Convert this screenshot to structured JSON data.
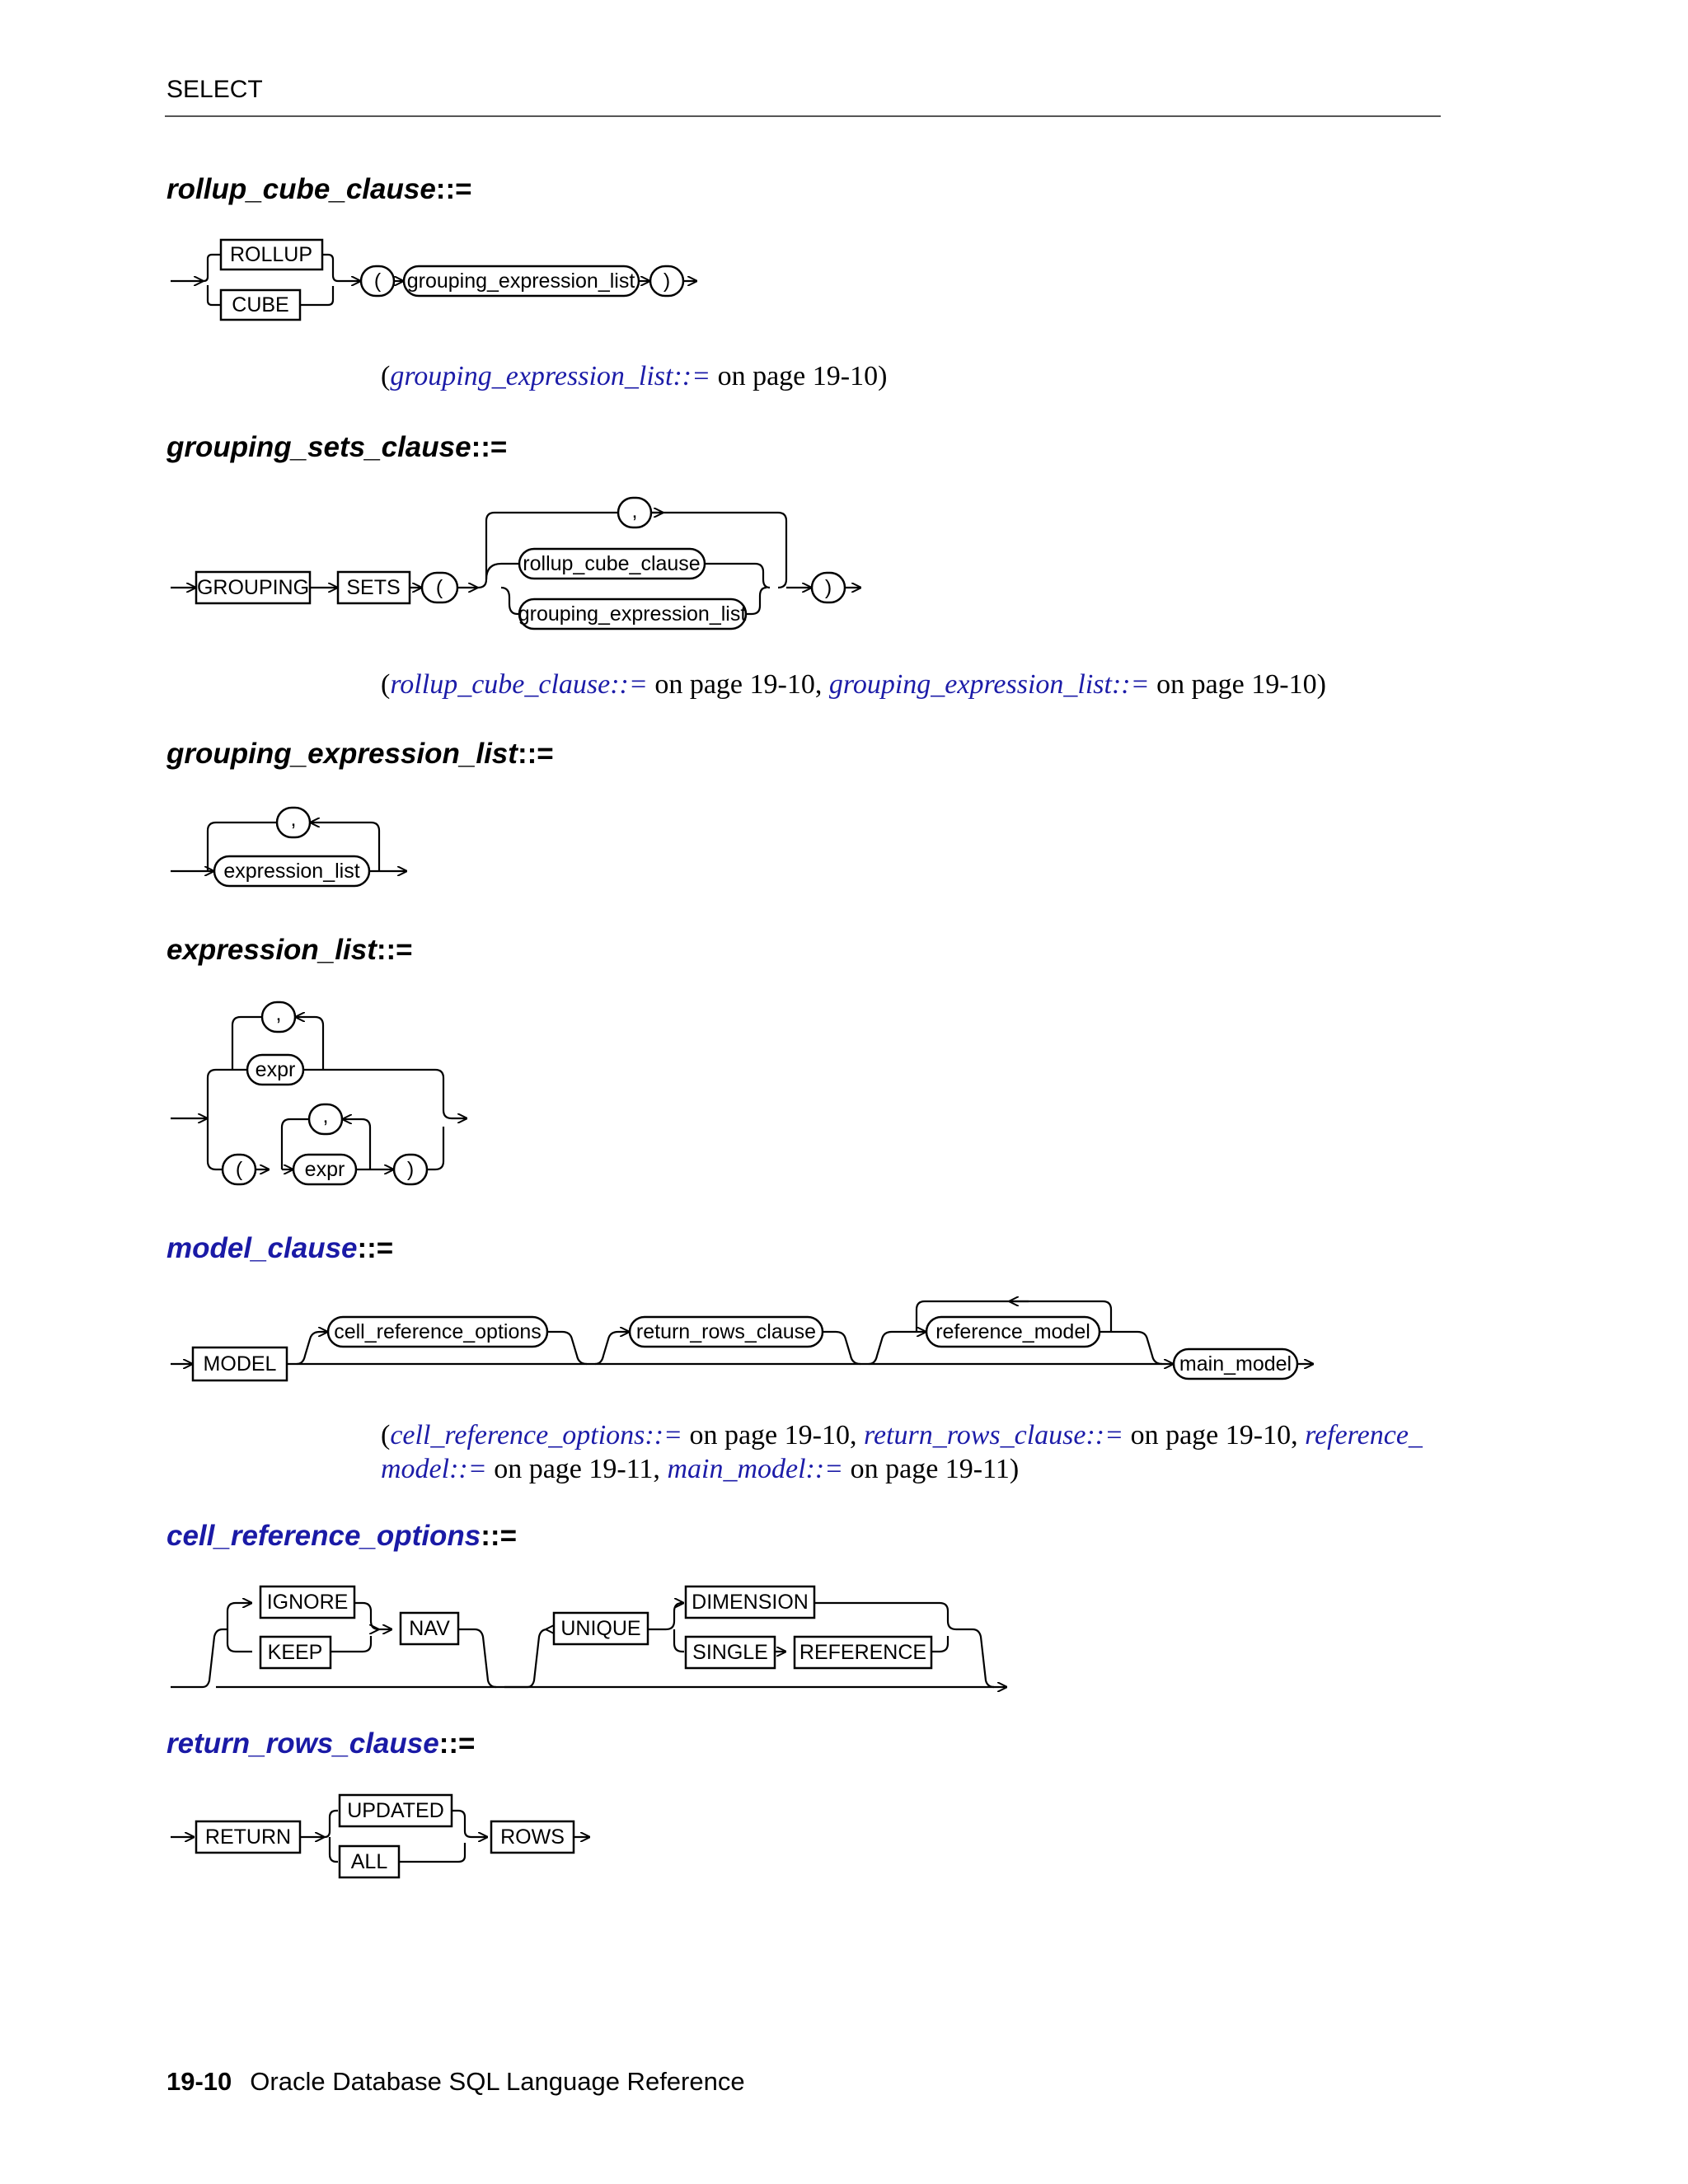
{
  "header": {
    "section": "SELECT"
  },
  "footer": {
    "page_number": "19-10",
    "book_title": "Oracle Database SQL Language Reference"
  },
  "rollup_cube": {
    "heading": "rollup_cube_clause",
    "sep": "::=",
    "tokens": {
      "rollup": "ROLLUP",
      "cube": "CUBE",
      "lparen": "(",
      "gel": "grouping_expression_list",
      "rparen": ")"
    },
    "xref": {
      "open": "(",
      "link1": "grouping_expression_list::=",
      "text1": " on page 19-10)"
    }
  },
  "grouping_sets": {
    "heading": "grouping_sets_clause",
    "sep": "::=",
    "tokens": {
      "grouping": "GROUPING",
      "sets": "SETS",
      "lparen": "(",
      "comma": ",",
      "rcc": "rollup_cube_clause",
      "gel": "grouping_expression_list",
      "rparen": ")"
    },
    "xref": {
      "open": "(",
      "link1": "rollup_cube_clause::=",
      "text1": " on page 19-10, ",
      "link2": "grouping_expression_list::=",
      "text2": " on page 19-10)"
    }
  },
  "grouping_expression_list": {
    "heading": "grouping_expression_list",
    "sep": "::=",
    "tokens": {
      "comma": ",",
      "el": "expression_list"
    }
  },
  "expression_list": {
    "heading": "expression_list",
    "sep": "::=",
    "tokens": {
      "comma1": ",",
      "expr1": "expr",
      "lparen": "(",
      "comma2": ",",
      "expr2": "expr",
      "rparen": ")"
    }
  },
  "model_clause": {
    "heading": "model_clause",
    "sep": "::=",
    "tokens": {
      "model": "MODEL",
      "cro": "cell_reference_options",
      "rrc": "return_rows_clause",
      "ref": "reference_model",
      "main": "main_model"
    },
    "xref": {
      "open": "(",
      "link1": "cell_reference_options::=",
      "text1": " on page 19-10, ",
      "link2": "return_rows_clause::=",
      "text2": " on page 19-10, ",
      "link3a": "reference_",
      "link3b": "model::=",
      "text3": " on page 19-11, ",
      "link4": "main_model::=",
      "text4": " on page 19-11)"
    }
  },
  "cell_reference_options": {
    "heading": "cell_reference_options",
    "sep": "::=",
    "tokens": {
      "ignore": "IGNORE",
      "keep": "KEEP",
      "nav": "NAV",
      "unique": "UNIQUE",
      "dimension": "DIMENSION",
      "single": "SINGLE",
      "reference": "REFERENCE"
    }
  },
  "return_rows_clause": {
    "heading": "return_rows_clause",
    "sep": "::=",
    "tokens": {
      "return": "RETURN",
      "updated": "UPDATED",
      "all": "ALL",
      "rows": "ROWS"
    }
  }
}
